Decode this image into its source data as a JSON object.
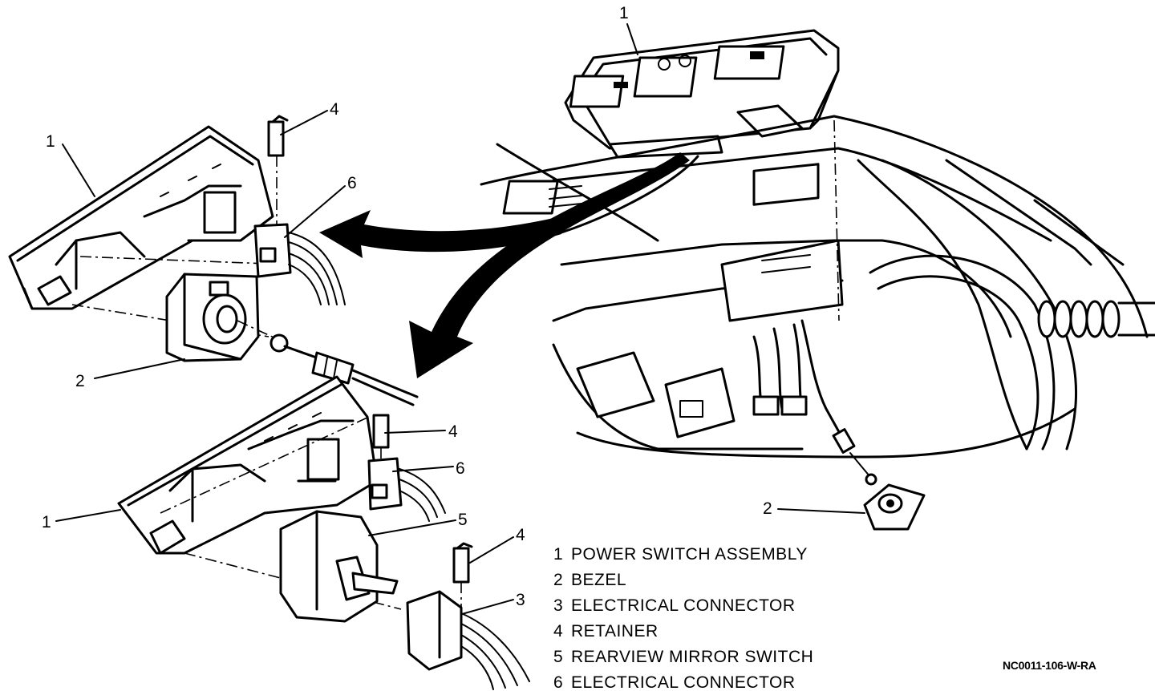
{
  "callouts": [
    {
      "id": "c-top-1",
      "text": "1"
    },
    {
      "id": "c-upper-4",
      "text": "4"
    },
    {
      "id": "c-upper-1",
      "text": "1"
    },
    {
      "id": "c-upper-6",
      "text": "6"
    },
    {
      "id": "c-upper-2",
      "text": "2"
    },
    {
      "id": "c-lower-4a",
      "text": "4"
    },
    {
      "id": "c-lower-6",
      "text": "6"
    },
    {
      "id": "c-lower-1",
      "text": "1"
    },
    {
      "id": "c-lower-5",
      "text": "5"
    },
    {
      "id": "c-lower-4b",
      "text": "4"
    },
    {
      "id": "c-lower-3",
      "text": "3"
    },
    {
      "id": "c-door-2",
      "text": "2"
    }
  ],
  "legend": [
    {
      "num": "1",
      "label": "POWER SWITCH ASSEMBLY"
    },
    {
      "num": "2",
      "label": "BEZEL"
    },
    {
      "num": "3",
      "label": "ELECTRICAL CONNECTOR"
    },
    {
      "num": "4",
      "label": "RETAINER"
    },
    {
      "num": "5",
      "label": "REARVIEW MIRROR SWITCH"
    },
    {
      "num": "6",
      "label": "ELECTRICAL CONNECTOR"
    }
  ],
  "figure_code": "NC0011-106-W-RA"
}
